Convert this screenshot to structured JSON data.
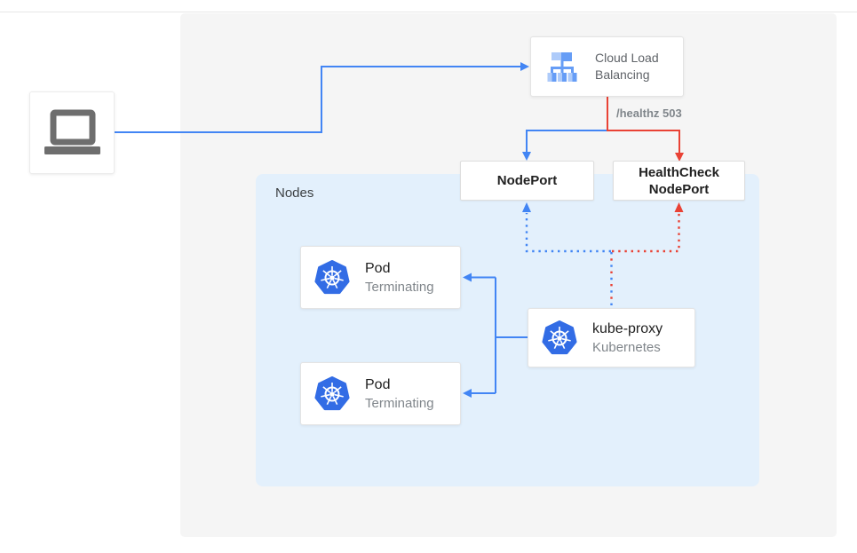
{
  "colors": {
    "blue": "#4285F4",
    "red": "#E94235",
    "panel_bg": "#F5F5F5",
    "nodes_bg": "#E3F0FC",
    "text_dark": "#212121",
    "text_gray": "#80868B",
    "k8s_blue": "#326CE5",
    "laptop_gray": "#6E6E6E"
  },
  "diagram": {
    "client": {
      "icon": "laptop-icon"
    },
    "load_balancer": {
      "label": "Cloud Load Balancing",
      "icon": "cloud-load-balancing-icon"
    },
    "health_check_label": "/healthz 503",
    "nodeport": {
      "label": "NodePort"
    },
    "healthcheck_nodeport": {
      "label": "HealthCheck NodePort"
    },
    "nodes_group": {
      "label": "Nodes"
    },
    "pods": [
      {
        "title": "Pod",
        "status": "Terminating",
        "icon": "kubernetes-icon"
      },
      {
        "title": "Pod",
        "status": "Terminating",
        "icon": "kubernetes-icon"
      }
    ],
    "kube_proxy": {
      "title": "kube-proxy",
      "subtitle": "Kubernetes",
      "icon": "kubernetes-icon"
    }
  }
}
